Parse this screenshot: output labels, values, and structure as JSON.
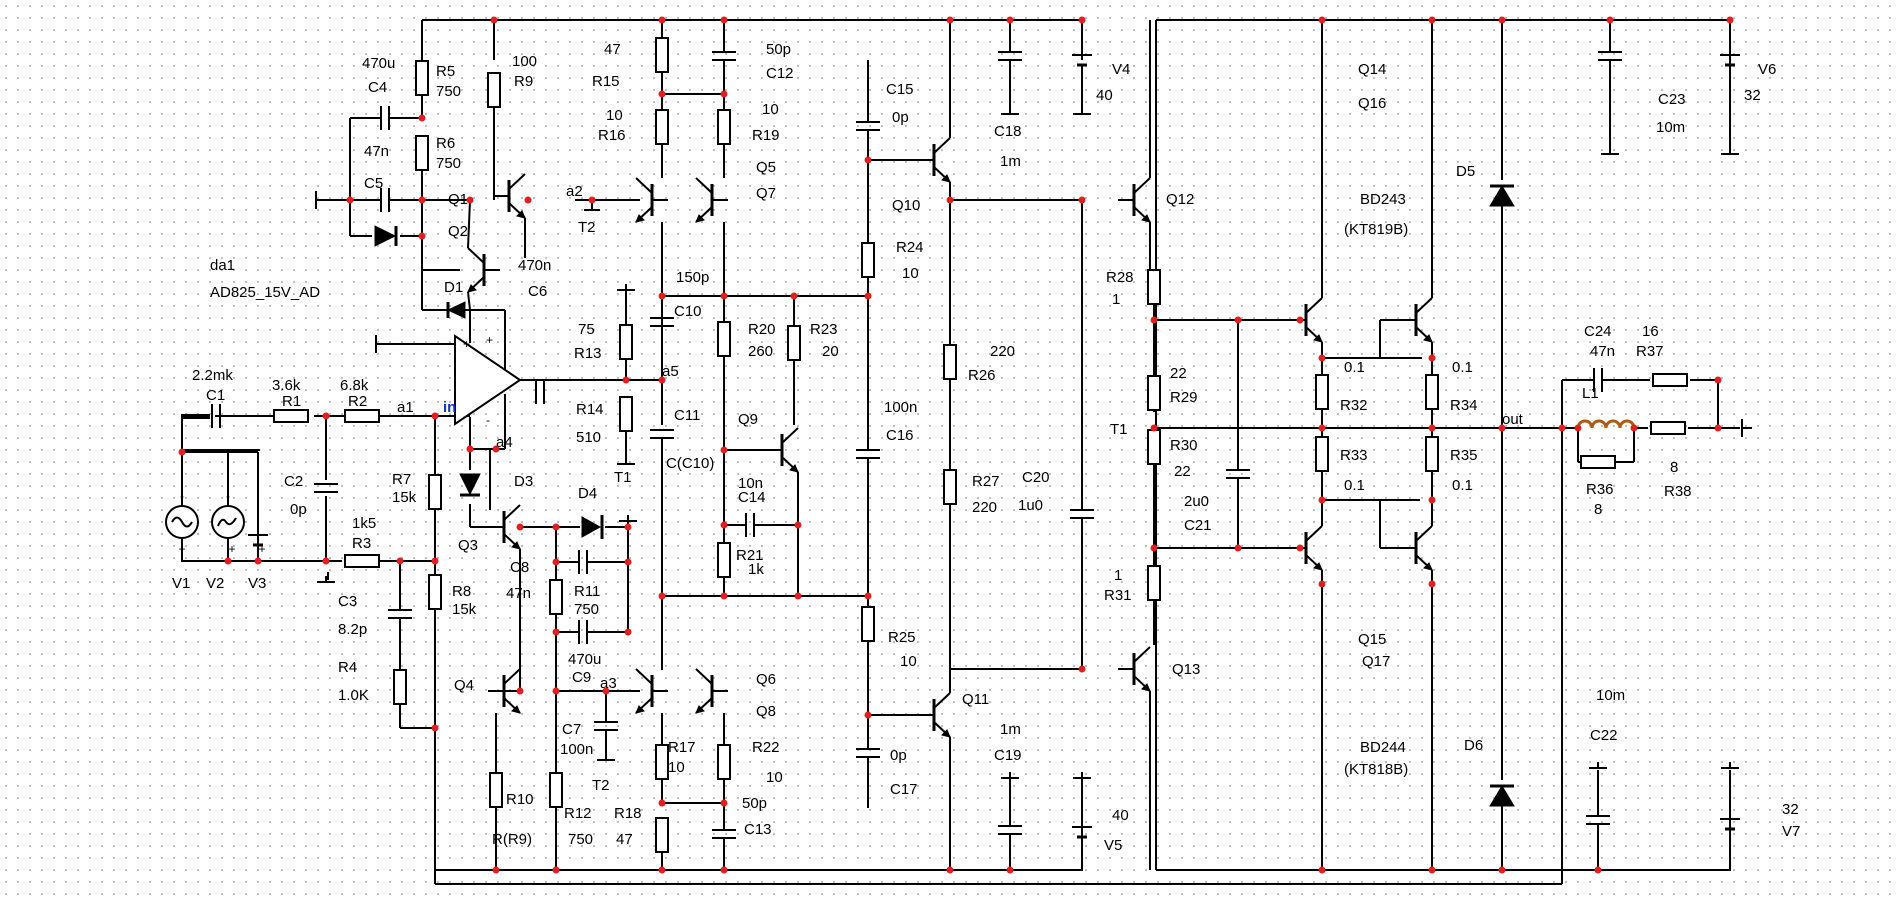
{
  "circuit": {
    "ic": {
      "name": "da1",
      "model": "AD825_15V_AD"
    },
    "nodes": {
      "in": "in",
      "out": "out",
      "a1": "a1",
      "a2": "a2",
      "a3": "a3",
      "a4": "a4",
      "a5": "a5",
      "T1": "T1",
      "T2": "T2"
    },
    "labels": {
      "R1": "R1",
      "R1_v": "3.6k",
      "R2": "R2",
      "R2_v": "6.8k",
      "R3": "R3",
      "R3_v": "1k5",
      "R4": "R4",
      "R4_v": "1.0K",
      "R5": "R5",
      "R5_v": "750",
      "R6": "R6",
      "R6_v": "750",
      "R7": "R7",
      "R7_v": "15k",
      "R8": "R8",
      "R8_v": "15k",
      "R9": "R9",
      "R9_v": "100",
      "R10": "R10",
      "R10_v": "R(R9)",
      "R11": "R11",
      "R11_v": "750",
      "R12": "R12",
      "R12_v": "750",
      "R13": "R13",
      "R13_v": "75",
      "R14": "R14",
      "R14_v": "510",
      "R15": "R15",
      "R15_v": "47",
      "R16": "R16",
      "R16_v": "10",
      "R17": "R17",
      "R17_v": "10",
      "R18": "R18",
      "R18_v": "47",
      "R19": "R19",
      "R19_v": "10",
      "R20": "R20",
      "R20_v": "260",
      "R21": "R21",
      "R21_v": "1k",
      "R22": "R22",
      "R22_v": "10",
      "R23": "R23",
      "R23_v": "20",
      "R24": "R24",
      "R24_v": "10",
      "R25": "R25",
      "R25_v": "10",
      "R26": "R26",
      "R26_v": "220",
      "R27": "R27",
      "R27_v": "220",
      "R28": "R28",
      "R28_v": "1",
      "R29": "R29",
      "R29_v": "22",
      "R30": "R30",
      "R30_v": "22",
      "R31": "R31",
      "R31_v": "1",
      "R32": "R32",
      "R32_v": "0.1",
      "R33": "R33",
      "R33_v": "0.1",
      "R34": "R34",
      "R34_v": "0.1",
      "R35": "R35",
      "R35_v": "0.1",
      "R36": "R36",
      "R36_v": "8",
      "R37": "R37",
      "R37_v": "16",
      "R38": "R38",
      "R38_v": "8",
      "C1": "C1",
      "C1_v": "2.2mk",
      "C2": "C2",
      "C2_v": "0p",
      "C3": "C3",
      "C3_v": "8.2p",
      "C4": "C4",
      "C4_v": "470u",
      "C5": "C5",
      "C5_v": "47n",
      "C6": "C6",
      "C6_v": "470n",
      "C7": "C7",
      "C7_v": "100n",
      "C8": "C8",
      "C8_v": "47n",
      "C9": "C9",
      "C9_v": "470u",
      "C10": "C10",
      "C10_v": "150p",
      "C11": "C11",
      "C11_v": "C(C10)",
      "C12": "C12",
      "C12_v": "50p",
      "C13": "C13",
      "C13_v": "50p",
      "C14": "C14",
      "C14_v": "10n",
      "C15": "C15",
      "C15_v": "0p",
      "C16": "C16",
      "C16_v": "100n",
      "C17": "C17",
      "C17_v": "0p",
      "C18": "C18",
      "C18_v": "1m",
      "C19": "C19",
      "C19_v": "1m",
      "C20": "C20",
      "C20_v": "1u0",
      "C21": "C21",
      "C21_v": "2u0",
      "C22": "C22",
      "C22_v": "10m",
      "C23": "C23",
      "C23_v": "10m",
      "C24": "C24",
      "C24_v": "47n",
      "Q1": "Q1",
      "Q2": "Q2",
      "Q3": "Q3",
      "Q4": "Q4",
      "Q5": "Q5",
      "Q6": "Q6",
      "Q7": "Q7",
      "Q8": "Q8",
      "Q9": "Q9",
      "Q10": "Q10",
      "Q11": "Q11",
      "Q12": "Q12",
      "Q13": "Q13",
      "Q14": "Q14",
      "Q15": "Q15",
      "Q16": "Q16",
      "Q17": "Q17",
      "Q_top_type": "BD243",
      "Q_top_alt": "(KT819B)",
      "Q_bot_type": "BD244",
      "Q_bot_alt": "(KT818B)",
      "D1": "D1",
      "D3": "D3",
      "D4": "D4",
      "D5": "D5",
      "D6": "D6",
      "L1": "L1",
      "V1": "V1",
      "V2": "V2",
      "V3": "V3",
      "V4": "V4",
      "V4_v": "40",
      "V5": "V5",
      "V5_v": "40",
      "V6": "V6",
      "V6_v": "32",
      "V7": "V7",
      "V7_v": "32"
    }
  }
}
